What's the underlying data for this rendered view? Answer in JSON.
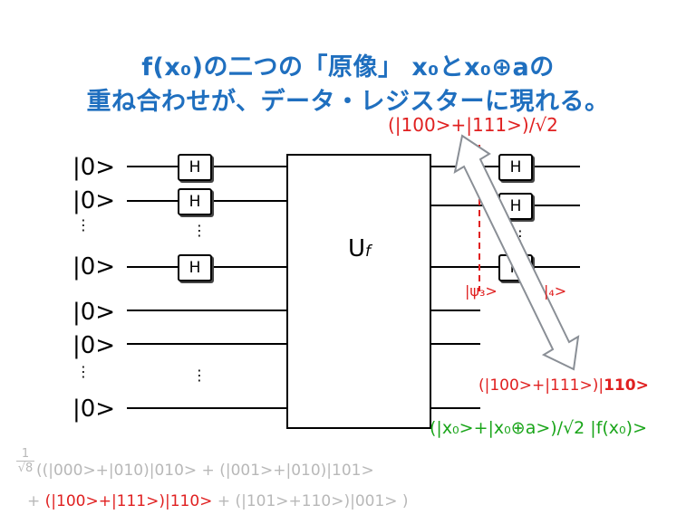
{
  "title": {
    "line1": "f(x₀)の二つの「原像」 x₀とx₀⊕aの",
    "line2": "重ね合わせが、データ・レジスターに現れる。"
  },
  "inputs": [
    "|0>",
    "|0>",
    "⋮",
    "|0>",
    "|0>",
    "|0>",
    "⋮",
    "|0>"
  ],
  "gates": {
    "h_label": "H",
    "h_dots": "⋮",
    "u_label_main": "U",
    "u_label_sub": "f",
    "lower_dots": "⋮"
  },
  "annotations": {
    "red_top": "(|100>+|111>)/√2",
    "psi3": "|ψ₃>",
    "psi4": "|₄>",
    "red_mid_prefix": "(|100>+|111>)|",
    "red_mid_bold": "110>",
    "green": "(|x₀>+|x₀⊕a>)/√2 |f(x₀)>"
  },
  "formula": {
    "frac_num": "1",
    "frac_den": "√8",
    "line1": "((|000>+|010)|010> + (|001>+|010)|101>",
    "line2_plus": "+",
    "line2_red": "(|100>+|111>)|110>",
    "line2_rest": "+ (|101>+110>)|001>  )"
  },
  "colors": {
    "title": "#1f6fbf",
    "red": "#e02020",
    "green": "#1aa51a",
    "gray": "#b8b8b8",
    "arrow": "#8a8f96"
  }
}
